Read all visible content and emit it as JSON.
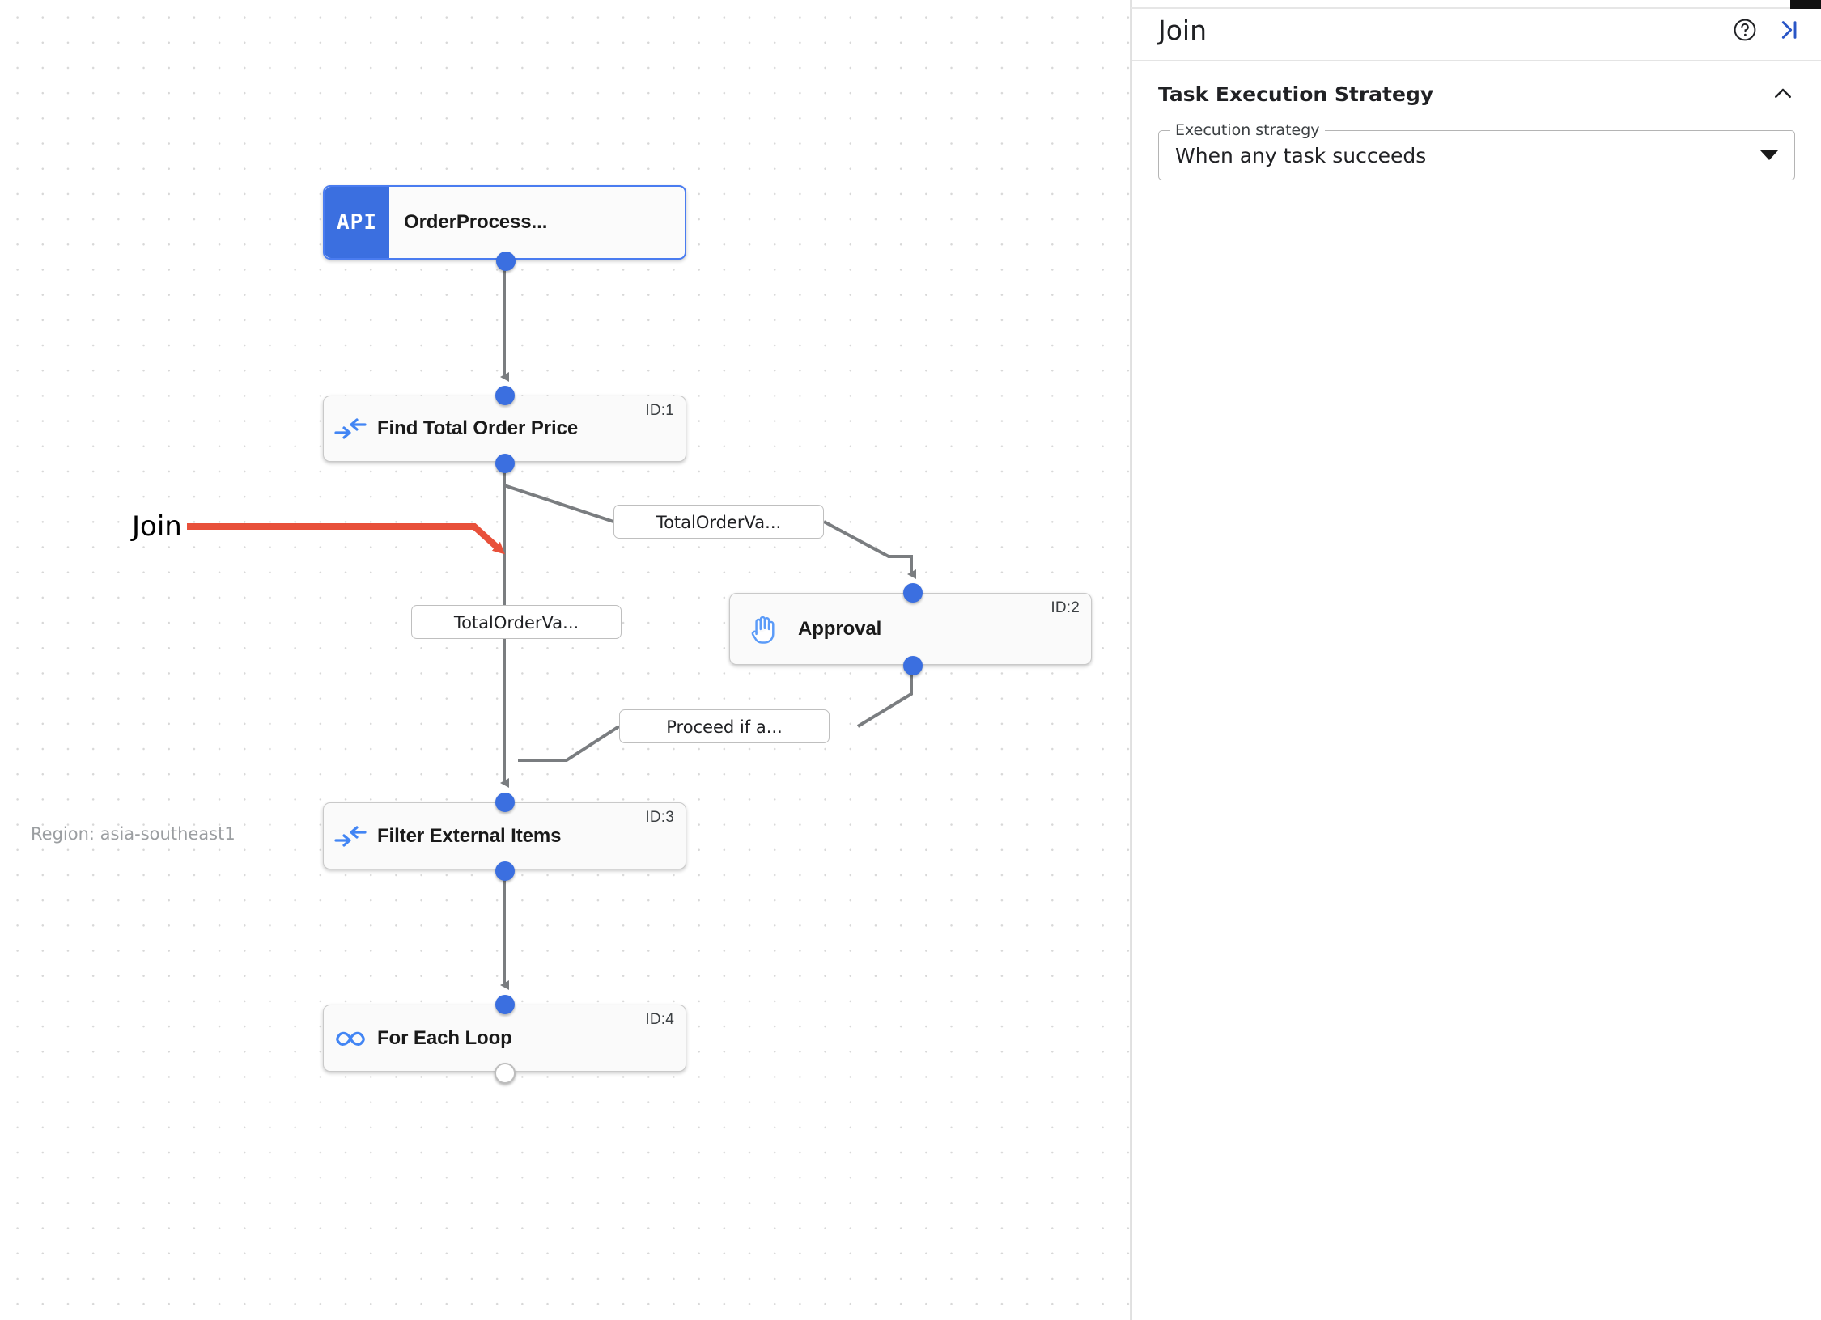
{
  "canvas": {
    "region_label": "Region: asia-southeast1",
    "annotation": {
      "text": "Join",
      "color": "#e8503a"
    },
    "nodes": [
      {
        "id": "n0",
        "title": "OrderProcess...",
        "badge": "API",
        "icon": "api-badge",
        "id_label": "",
        "selected": true
      },
      {
        "id": "n1",
        "title": "Find Total Order Price",
        "icon": "join-arrows-icon",
        "id_label": "ID:1",
        "selected": false
      },
      {
        "id": "n2",
        "title": "Approval",
        "icon": "hand-icon",
        "id_label": "ID:2",
        "selected": false
      },
      {
        "id": "n3",
        "title": "Filter External Items",
        "icon": "join-arrows-icon",
        "id_label": "ID:3",
        "selected": false
      },
      {
        "id": "n4",
        "title": "For Each Loop",
        "icon": "infinity-icon",
        "id_label": "ID:4",
        "selected": false
      }
    ],
    "edge_labels": [
      {
        "id": "e1",
        "text": "TotalOrderVa..."
      },
      {
        "id": "e2",
        "text": "TotalOrderVa..."
      },
      {
        "id": "e3",
        "text": "Proceed if a..."
      }
    ]
  },
  "panel": {
    "title": "Join",
    "help_icon": "help-circle-icon",
    "collapse_icon": "collapse-right-icon",
    "section": {
      "title": "Task Execution Strategy",
      "chevron_icon": "chevron-up-icon",
      "field": {
        "label": "Execution strategy",
        "value": "When any task succeeds",
        "caret_icon": "chevron-down-icon"
      }
    }
  },
  "colors": {
    "accent_blue": "#3b6fe0",
    "annotation_red": "#e8503a",
    "edge_gray": "#7a7d80"
  }
}
